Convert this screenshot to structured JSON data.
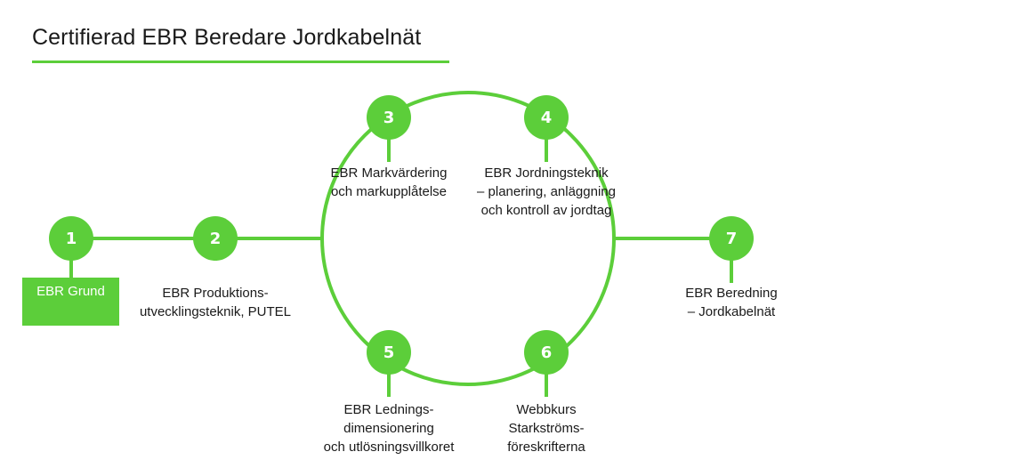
{
  "title": "Certifierad EBR Beredare Jordkabelnät",
  "accent_color": "#5cce3a",
  "steps": [
    {
      "number": "1",
      "label": "EBR Grund"
    },
    {
      "number": "2",
      "label": "EBR Produktions-\nutvecklingsteknik, PUTEL"
    },
    {
      "number": "3",
      "label": "EBR Markvärdering\noch markupplåtelse"
    },
    {
      "number": "4",
      "label": "EBR Jordningsteknik\n– planering, anläggning\noch kontroll av jordtag"
    },
    {
      "number": "5",
      "label": "EBR Lednings-\ndimensionering\noch utlösningsvillkoret"
    },
    {
      "number": "6",
      "label": "Webbkurs\nStarkströms-\nföreskrifterna"
    },
    {
      "number": "7",
      "label": "EBR Beredning\n– Jordkabelnät"
    }
  ]
}
